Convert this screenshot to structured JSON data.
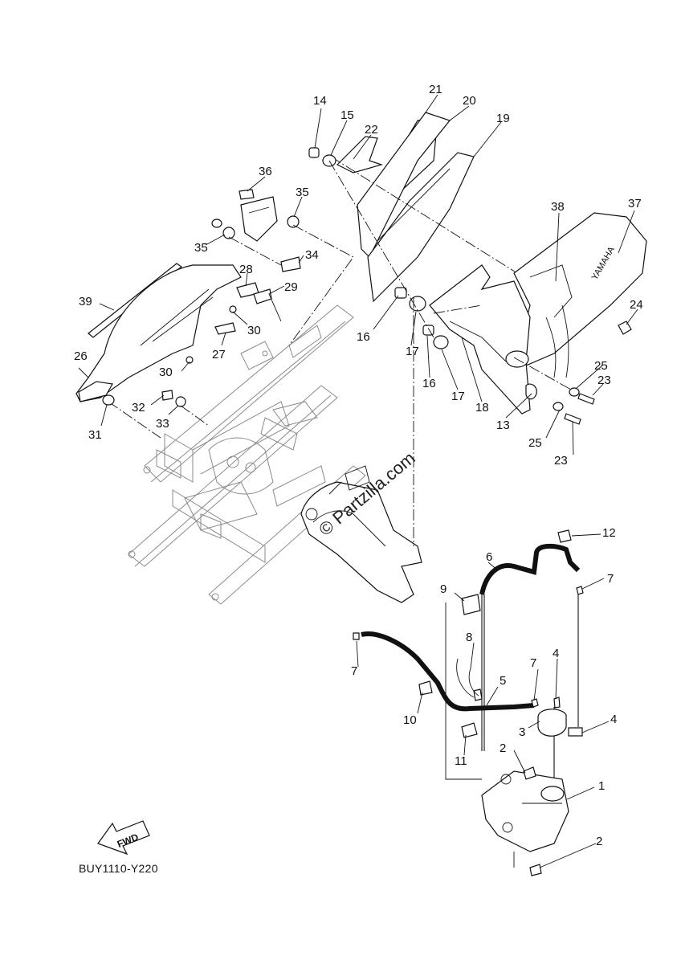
{
  "diagram": {
    "code": "BUY1110-Y220",
    "watermark": "© Partzilla.com",
    "fwd_label": "FWD",
    "brand_text": "YAMAHA",
    "callouts": [
      {
        "id": "c1",
        "text": "1"
      },
      {
        "id": "c2a",
        "text": "2"
      },
      {
        "id": "c2b",
        "text": "2"
      },
      {
        "id": "c3",
        "text": "3"
      },
      {
        "id": "c4a",
        "text": "4"
      },
      {
        "id": "c4b",
        "text": "4"
      },
      {
        "id": "c5",
        "text": "5"
      },
      {
        "id": "c6",
        "text": "6"
      },
      {
        "id": "c7a",
        "text": "7"
      },
      {
        "id": "c7b",
        "text": "7"
      },
      {
        "id": "c7c",
        "text": "7"
      },
      {
        "id": "c8",
        "text": "8"
      },
      {
        "id": "c9",
        "text": "9"
      },
      {
        "id": "c10",
        "text": "10"
      },
      {
        "id": "c11",
        "text": "11"
      },
      {
        "id": "c12",
        "text": "12"
      },
      {
        "id": "c13",
        "text": "13"
      },
      {
        "id": "c14",
        "text": "14"
      },
      {
        "id": "c15",
        "text": "15"
      },
      {
        "id": "c16a",
        "text": "16"
      },
      {
        "id": "c16b",
        "text": "16"
      },
      {
        "id": "c17a",
        "text": "17"
      },
      {
        "id": "c17b",
        "text": "17"
      },
      {
        "id": "c18",
        "text": "18"
      },
      {
        "id": "c19",
        "text": "19"
      },
      {
        "id": "c20",
        "text": "20"
      },
      {
        "id": "c21",
        "text": "21"
      },
      {
        "id": "c22",
        "text": "22"
      },
      {
        "id": "c23a",
        "text": "23"
      },
      {
        "id": "c23b",
        "text": "23"
      },
      {
        "id": "c24",
        "text": "24"
      },
      {
        "id": "c25a",
        "text": "25"
      },
      {
        "id": "c25b",
        "text": "25"
      },
      {
        "id": "c26",
        "text": "26"
      },
      {
        "id": "c27",
        "text": "27"
      },
      {
        "id": "c28",
        "text": "28"
      },
      {
        "id": "c29",
        "text": "29"
      },
      {
        "id": "c30a",
        "text": "30"
      },
      {
        "id": "c30b",
        "text": "30"
      },
      {
        "id": "c31",
        "text": "31"
      },
      {
        "id": "c32",
        "text": "32"
      },
      {
        "id": "c33",
        "text": "33"
      },
      {
        "id": "c34",
        "text": "34"
      },
      {
        "id": "c35a",
        "text": "35"
      },
      {
        "id": "c35b",
        "text": "35"
      },
      {
        "id": "c36",
        "text": "36"
      },
      {
        "id": "c37",
        "text": "37"
      },
      {
        "id": "c38",
        "text": "38"
      },
      {
        "id": "c39",
        "text": "39"
      }
    ]
  }
}
